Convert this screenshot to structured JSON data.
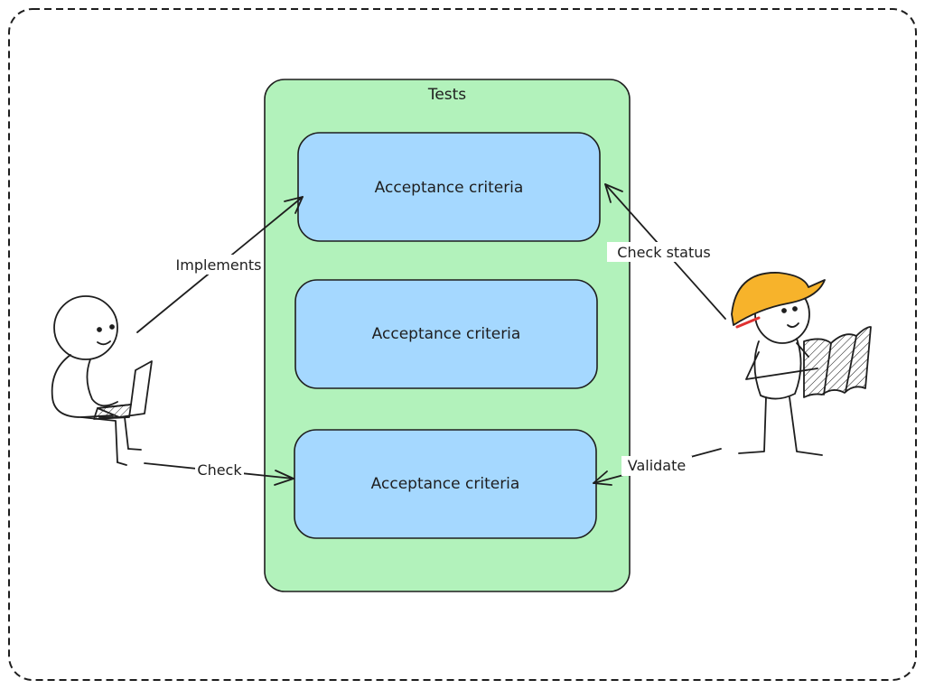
{
  "container": {
    "title": "Tests"
  },
  "criteria": [
    {
      "label": "Acceptance criteria"
    },
    {
      "label": "Acceptance criteria"
    },
    {
      "label": "Acceptance criteria"
    }
  ],
  "edges": {
    "implements": "Implements",
    "check": "Check",
    "check_status": "Check status",
    "validate": "Validate"
  },
  "colors": {
    "tests_fill": "#b2f2bb",
    "criteria_fill": "#a5d8ff",
    "stroke": "#1e1e1e",
    "helmet": "#f7b32b"
  }
}
